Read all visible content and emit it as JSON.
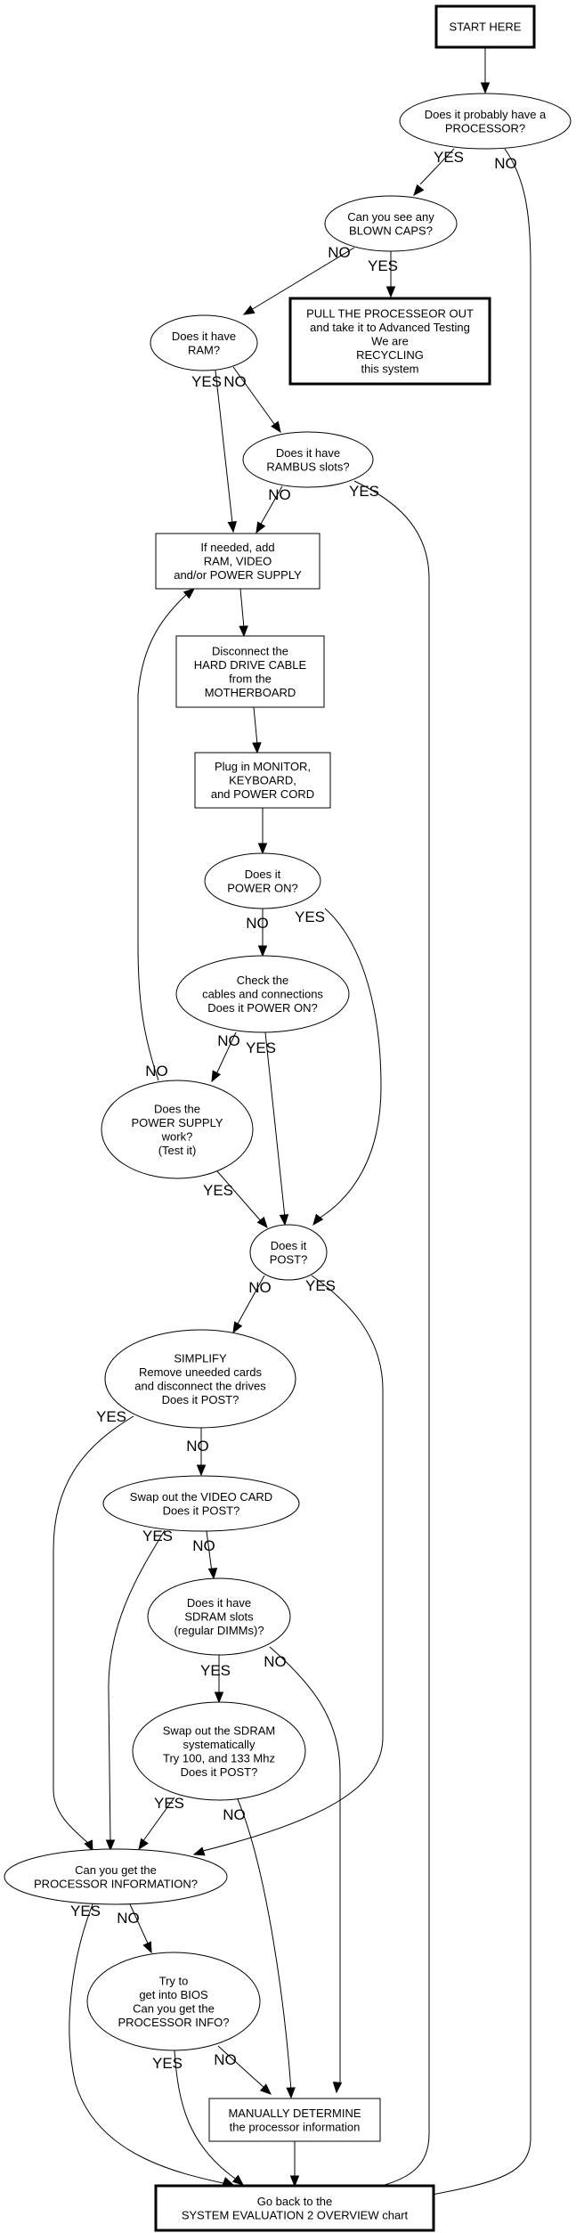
{
  "title": "Processor evaluation flowchart",
  "nodes": [
    {
      "id": "start",
      "shape": "box",
      "bold": true,
      "lines": [
        "START HERE"
      ]
    },
    {
      "id": "has_proc",
      "shape": "ellipse",
      "lines": [
        "Does it probably have a",
        "PROCESSOR?"
      ]
    },
    {
      "id": "blown_caps",
      "shape": "ellipse",
      "lines": [
        "Can you see any",
        "BLOWN CAPS?"
      ]
    },
    {
      "id": "pull_proc",
      "shape": "box",
      "bold": true,
      "lines": [
        "PULL THE PROCESSEOR OUT",
        "and take it to Advanced Testing",
        "We are",
        "RECYCLING",
        "this system"
      ]
    },
    {
      "id": "has_ram",
      "shape": "ellipse",
      "lines": [
        "Does it have",
        "RAM?"
      ]
    },
    {
      "id": "rambus",
      "shape": "ellipse",
      "lines": [
        "Does it have",
        "RAMBUS slots?"
      ]
    },
    {
      "id": "add_parts",
      "shape": "box",
      "lines": [
        "If needed, add",
        "RAM, VIDEO",
        "and/or POWER SUPPLY"
      ]
    },
    {
      "id": "disconnect_hd",
      "shape": "box",
      "lines": [
        "Disconnect the",
        "HARD DRIVE CABLE",
        "from the",
        "MOTHERBOARD"
      ]
    },
    {
      "id": "plug_in",
      "shape": "box",
      "lines": [
        "Plug in MONITOR,",
        "KEYBOARD,",
        "and POWER CORD"
      ]
    },
    {
      "id": "power_on",
      "shape": "ellipse",
      "lines": [
        "Does it",
        "POWER ON?"
      ]
    },
    {
      "id": "check_cables",
      "shape": "ellipse",
      "lines": [
        "Check the",
        "cables and connections",
        "Does it POWER ON?"
      ]
    },
    {
      "id": "psu_work",
      "shape": "ellipse",
      "lines": [
        "Does the",
        "POWER SUPPLY",
        "work?",
        "(Test it)"
      ]
    },
    {
      "id": "post",
      "shape": "ellipse",
      "lines": [
        "Does it",
        "POST?"
      ]
    },
    {
      "id": "simplify",
      "shape": "ellipse",
      "lines": [
        "SIMPLIFY",
        "Remove uneeded cards",
        "and disconnect the drives",
        "Does it POST?"
      ]
    },
    {
      "id": "swap_video",
      "shape": "ellipse",
      "lines": [
        "Swap out the VIDEO CARD",
        "Does it POST?"
      ]
    },
    {
      "id": "sdram_slots",
      "shape": "ellipse",
      "lines": [
        "Does it have",
        "SDRAM slots",
        "(regular DIMMs)?"
      ]
    },
    {
      "id": "swap_sdram",
      "shape": "ellipse",
      "lines": [
        "Swap out the SDRAM",
        "systematically",
        "Try 100, and 133 Mhz",
        "Does it POST?"
      ]
    },
    {
      "id": "proc_info",
      "shape": "ellipse",
      "lines": [
        "Can you get the",
        "PROCESSOR INFORMATION?"
      ]
    },
    {
      "id": "bios",
      "shape": "ellipse",
      "lines": [
        "Try to",
        "get into BIOS",
        "Can you get the",
        "PROCESSOR INFO?"
      ]
    },
    {
      "id": "manual",
      "shape": "box",
      "lines": [
        "MANUALLY DETERMINE",
        "the processor information"
      ]
    },
    {
      "id": "go_back",
      "shape": "box",
      "bold": true,
      "lines": [
        "Go back to the",
        "SYSTEM EVALUATION 2 OVERVIEW chart"
      ]
    }
  ],
  "edges": [
    {
      "from": "start",
      "to": "has_proc",
      "label": ""
    },
    {
      "from": "has_proc",
      "to": "blown_caps",
      "label": "YES"
    },
    {
      "from": "has_proc",
      "to": "go_back",
      "label": "NO"
    },
    {
      "from": "blown_caps",
      "to": "has_ram",
      "label": "NO"
    },
    {
      "from": "blown_caps",
      "to": "pull_proc",
      "label": "YES"
    },
    {
      "from": "has_ram",
      "to": "add_parts",
      "label": "YES"
    },
    {
      "from": "has_ram",
      "to": "rambus",
      "label": "NO"
    },
    {
      "from": "rambus",
      "to": "add_parts",
      "label": "NO"
    },
    {
      "from": "rambus",
      "to": "go_back",
      "label": "YES"
    },
    {
      "from": "add_parts",
      "to": "disconnect_hd",
      "label": ""
    },
    {
      "from": "disconnect_hd",
      "to": "plug_in",
      "label": ""
    },
    {
      "from": "plug_in",
      "to": "power_on",
      "label": ""
    },
    {
      "from": "power_on",
      "to": "check_cables",
      "label": "NO"
    },
    {
      "from": "power_on",
      "to": "post",
      "label": "YES"
    },
    {
      "from": "check_cables",
      "to": "psu_work",
      "label": "NO"
    },
    {
      "from": "check_cables",
      "to": "post",
      "label": "YES"
    },
    {
      "from": "psu_work",
      "to": "add_parts",
      "label": "NO"
    },
    {
      "from": "psu_work",
      "to": "post",
      "label": "YES"
    },
    {
      "from": "post",
      "to": "simplify",
      "label": "NO"
    },
    {
      "from": "post",
      "to": "proc_info",
      "label": "YES"
    },
    {
      "from": "simplify",
      "to": "swap_video",
      "label": "NO"
    },
    {
      "from": "simplify",
      "to": "proc_info",
      "label": "YES"
    },
    {
      "from": "swap_video",
      "to": "sdram_slots",
      "label": "NO"
    },
    {
      "from": "swap_video",
      "to": "proc_info",
      "label": "YES"
    },
    {
      "from": "sdram_slots",
      "to": "swap_sdram",
      "label": "YES"
    },
    {
      "from": "sdram_slots",
      "to": "manual",
      "label": "NO"
    },
    {
      "from": "swap_sdram",
      "to": "proc_info",
      "label": "YES"
    },
    {
      "from": "swap_sdram",
      "to": "manual",
      "label": "NO"
    },
    {
      "from": "proc_info",
      "to": "bios",
      "label": "NO"
    },
    {
      "from": "proc_info",
      "to": "go_back",
      "label": "YES"
    },
    {
      "from": "bios",
      "to": "manual",
      "label": "NO"
    },
    {
      "from": "bios",
      "to": "go_back",
      "label": "YES"
    },
    {
      "from": "manual",
      "to": "go_back",
      "label": ""
    }
  ]
}
